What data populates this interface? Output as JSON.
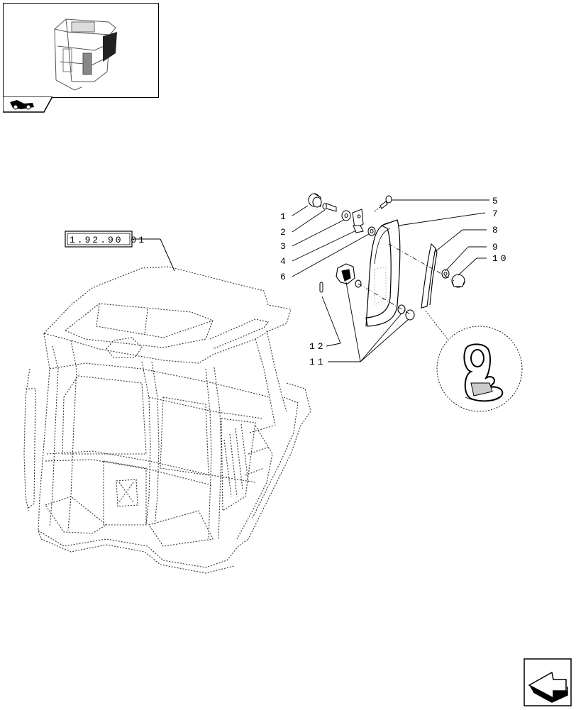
{
  "reference": {
    "label": "1.92.90 01"
  },
  "callouts": [
    {
      "number": "1"
    },
    {
      "number": "2"
    },
    {
      "number": "3"
    },
    {
      "number": "4"
    },
    {
      "number": "6"
    },
    {
      "number": "5"
    },
    {
      "number": "7"
    },
    {
      "number": "8"
    },
    {
      "number": "9"
    },
    {
      "number": "10"
    },
    {
      "number": "12"
    },
    {
      "number": "11"
    }
  ],
  "icons": {
    "thumbnail": "cab-thumbnail-icon",
    "section_tab": "tractor-section-icon",
    "next_page": "next-page-arrow-icon"
  }
}
